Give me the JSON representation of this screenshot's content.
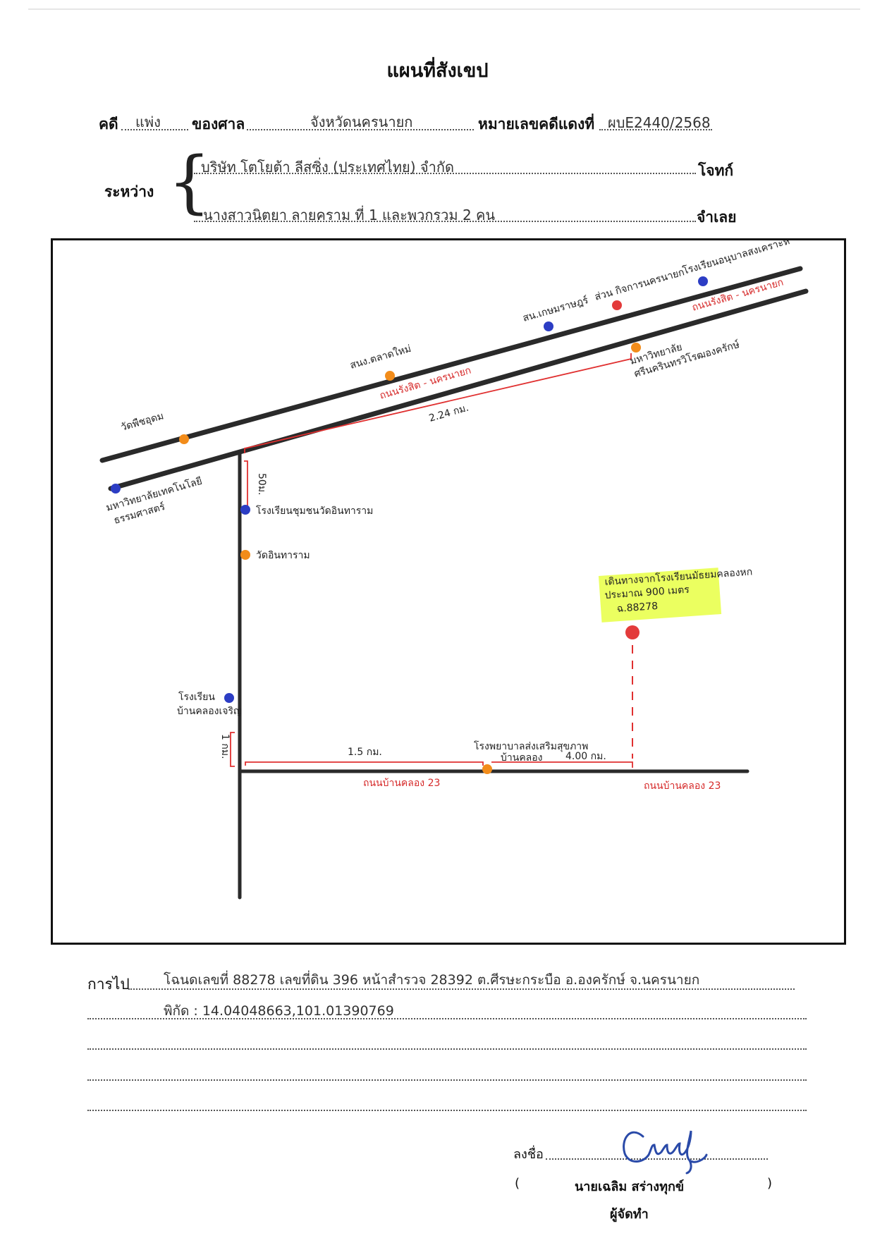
{
  "title": "แผนที่สังเขป",
  "case": {
    "case_label": "คดี",
    "case_type": "แพ่ง",
    "court_label": "ของศาล",
    "court": "จังหวัดนครนายก",
    "redno_label": "หมายเลขคดีแดงที่",
    "redno": "ผบE2440/2568"
  },
  "parties": {
    "between_label": "ระหว่าง",
    "plaintiff": "บริษัท โตโยต้า ลีสซิ่ง (ประเทศไทย) จำกัด",
    "plaintiff_role": "โจทก์",
    "defendant": "นางสาวนิตยา  ลายคราม  ที่ 1 และพวกรวม 2 คน",
    "defendant_role": "จำเลย"
  },
  "map": {
    "labels": {
      "school_top_right": "โรงเรียนอนุบาลสงเคราะห์",
      "red_top": "ส่วน กิจการนครนายก",
      "blue_mid_top": "สน.เกษมราษฎร์",
      "orange_top_left": "สนง.ตลาดใหม่",
      "wat_left": "วัดพืชอุดม",
      "road_main_top": "ถนนรังสิต - นครนายก",
      "road_main_mid": "ถนนรังสิต - นครนายก",
      "distance_main": "2.24 กม.",
      "university": "มหาวิทยาลัย",
      "university_sub": "ศรีนครินทรวิโรฒองครักษ์",
      "blue_bottom_left": "มหาวิทยาลัยเทคโนโลยี",
      "blue_bottom_left_sub": "ธรรมศาสตร์",
      "dist_small_top": "50ม.",
      "school_on_soi": "โรงเรียนชุมชนวัดอินทาราม",
      "wat_on_soi": "วัดอินทาราม",
      "highlight_line1": "เดินทางจากโรงเรียนมัธยมคลองหก",
      "highlight_line2": "ประมาณ 900 เมตร",
      "highlight_line3": "ฉ.88278",
      "school_lower": "โรงเรียน",
      "school_lower_sub": "บ้านคลองเจริญ",
      "dist_small_lower": "1 กม.",
      "dist_15": "1.5 กม.",
      "health_center": "โรงพยาบาลส่งเสริมสุขภาพ",
      "health_center_sub": "บ้านคลอง",
      "dist_4": "4.00 กม.",
      "road_bottom_left": "ถนนบ้านคลอง 23",
      "road_bottom_right": "ถนนบ้านคลอง 23"
    }
  },
  "directions": {
    "label": "การไป",
    "line1": "โฉนดเลขที่ 88278 เลขที่ดิน 396 หน้าสำรวจ 28392 ต.ศีรษะกระบือ อ.องครักษ์ จ.นครนายก",
    "line2": "พิกัด : 14.04048663,101.01390769"
  },
  "signature": {
    "sign_label": "ลงชื่อ",
    "name": "นายเฉลิม  สร่างทุกข์",
    "role": "ผู้จัดทำ",
    "open_paren": "(",
    "close_paren": ")"
  },
  "colors": {
    "road": "#2a2a2a",
    "red_mark": "#e03030",
    "blue_dot": "#2c3dc4",
    "orange_dot": "#f28c1a",
    "red_dot": "#e33b3b",
    "highlight": "#e9ff4f"
  }
}
